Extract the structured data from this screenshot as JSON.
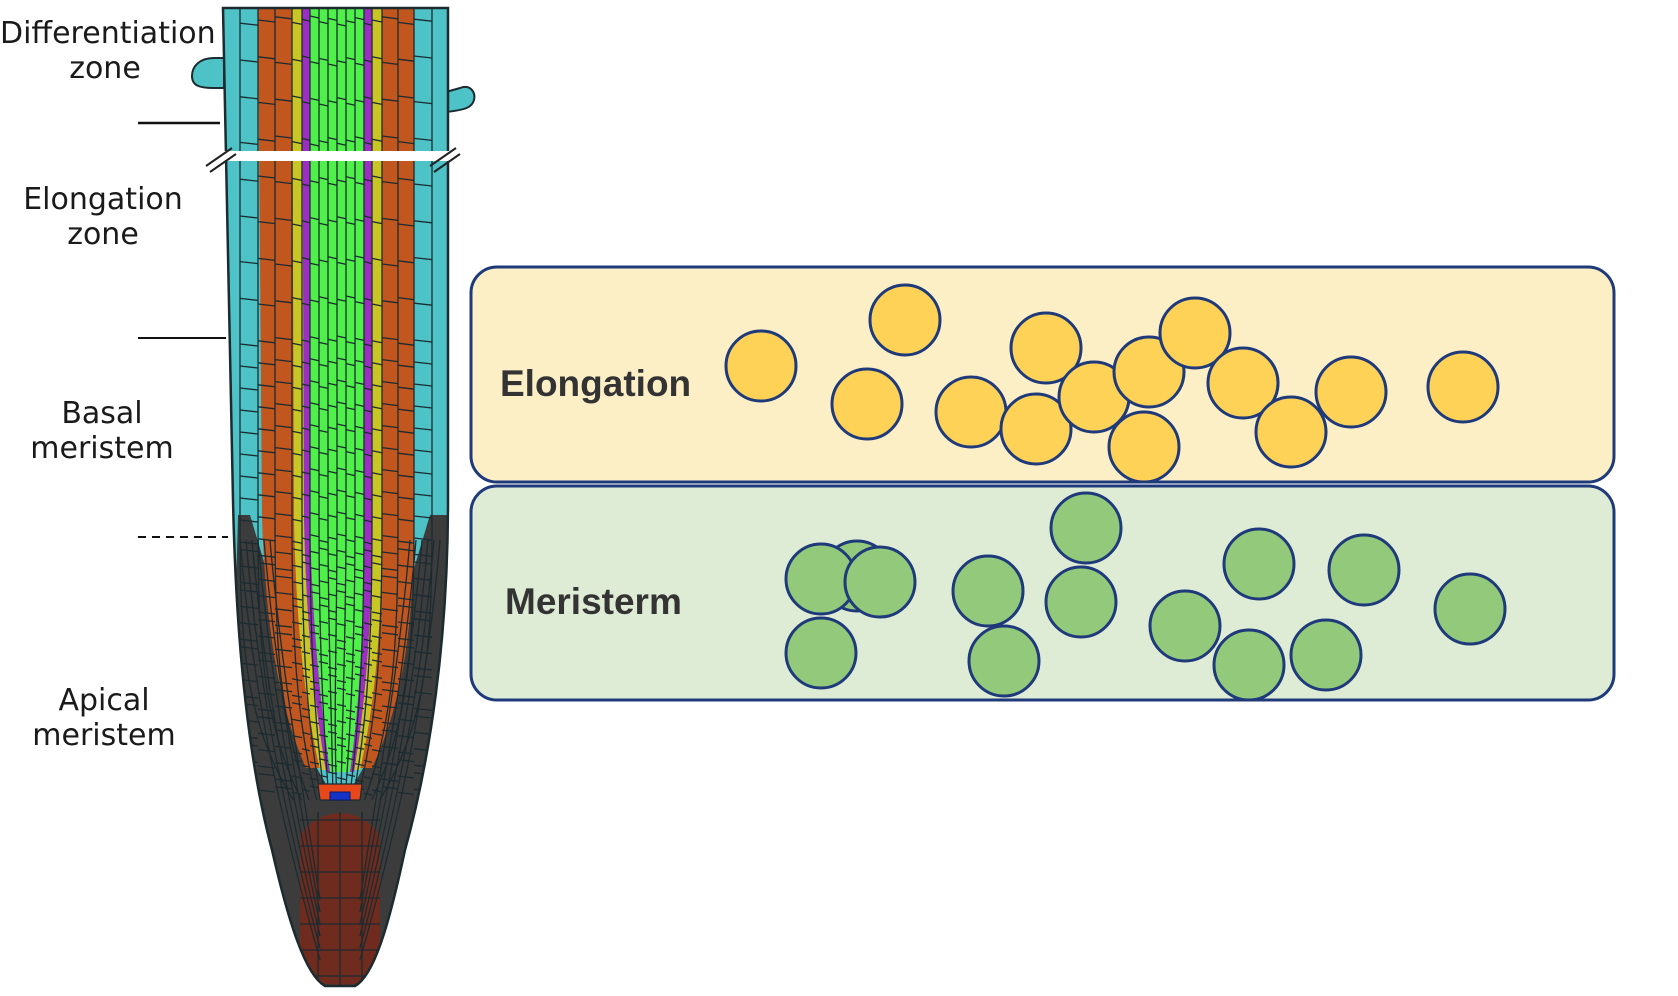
{
  "zones": [
    {
      "id": "differentiation",
      "line1": "Differentiation",
      "line2": "zone"
    },
    {
      "id": "elongation",
      "line1": "Elongation",
      "line2": "zone"
    },
    {
      "id": "basal",
      "line1": "Basal",
      "line2": "meristem"
    },
    {
      "id": "apical",
      "line1": "Apical",
      "line2": "meristem"
    }
  ],
  "panels": {
    "elongation": {
      "label": "Elongation",
      "fill": "#fcefc6",
      "cell_color": "#fdd257"
    },
    "meristem": {
      "label": "Meristerm",
      "fill": "#dfecd5",
      "cell_color": "#92c97a"
    }
  },
  "colors": {
    "outline": "#1f3a7a",
    "epidermis": "#4dc3c8",
    "cortex": "#c2561f",
    "endodermis": "#c8c625",
    "pericycle": "#9b2fc2",
    "stele": "#4ff04a",
    "root_cap_lateral": "#3c3c3c",
    "columella": "#6e2b1e",
    "stem_cell_niche": "#e8471a",
    "quiescent_center": "#1434c8"
  }
}
